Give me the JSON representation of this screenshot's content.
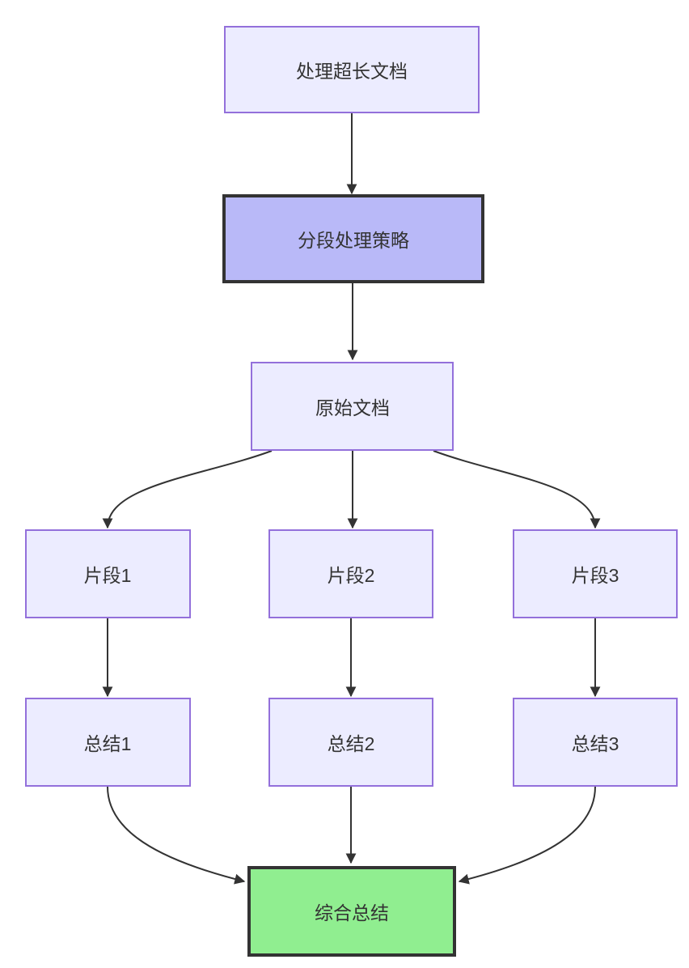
{
  "diagram": {
    "type": "flowchart",
    "direction": "top-down",
    "colors": {
      "background": "#FFFFFF",
      "node_fill": "#ECECFF",
      "node_border": "#9370DB",
      "emphasis_fill": "#B9B9F8",
      "emphasis_border": "#333333",
      "result_fill": "#90EE90",
      "result_border": "#333333",
      "edge": "#333333",
      "text": "#333333"
    },
    "nodes": [
      {
        "id": "A",
        "label": "处理超长文档",
        "style": "default"
      },
      {
        "id": "B",
        "label": "分段处理策略",
        "style": "emphasis"
      },
      {
        "id": "C",
        "label": "原始文档",
        "style": "default"
      },
      {
        "id": "D1",
        "label": "片段1",
        "style": "default"
      },
      {
        "id": "D2",
        "label": "片段2",
        "style": "default"
      },
      {
        "id": "D3",
        "label": "片段3",
        "style": "default"
      },
      {
        "id": "E1",
        "label": "总结1",
        "style": "default"
      },
      {
        "id": "E2",
        "label": "总结2",
        "style": "default"
      },
      {
        "id": "E3",
        "label": "总结3",
        "style": "default"
      },
      {
        "id": "F",
        "label": "综合总结",
        "style": "result"
      }
    ],
    "edges": [
      {
        "from": "A",
        "to": "B"
      },
      {
        "from": "B",
        "to": "C"
      },
      {
        "from": "C",
        "to": "D1"
      },
      {
        "from": "C",
        "to": "D2"
      },
      {
        "from": "C",
        "to": "D3"
      },
      {
        "from": "D1",
        "to": "E1"
      },
      {
        "from": "D2",
        "to": "E2"
      },
      {
        "from": "D3",
        "to": "E3"
      },
      {
        "from": "E1",
        "to": "F"
      },
      {
        "from": "E2",
        "to": "F"
      },
      {
        "from": "E3",
        "to": "F"
      }
    ]
  }
}
